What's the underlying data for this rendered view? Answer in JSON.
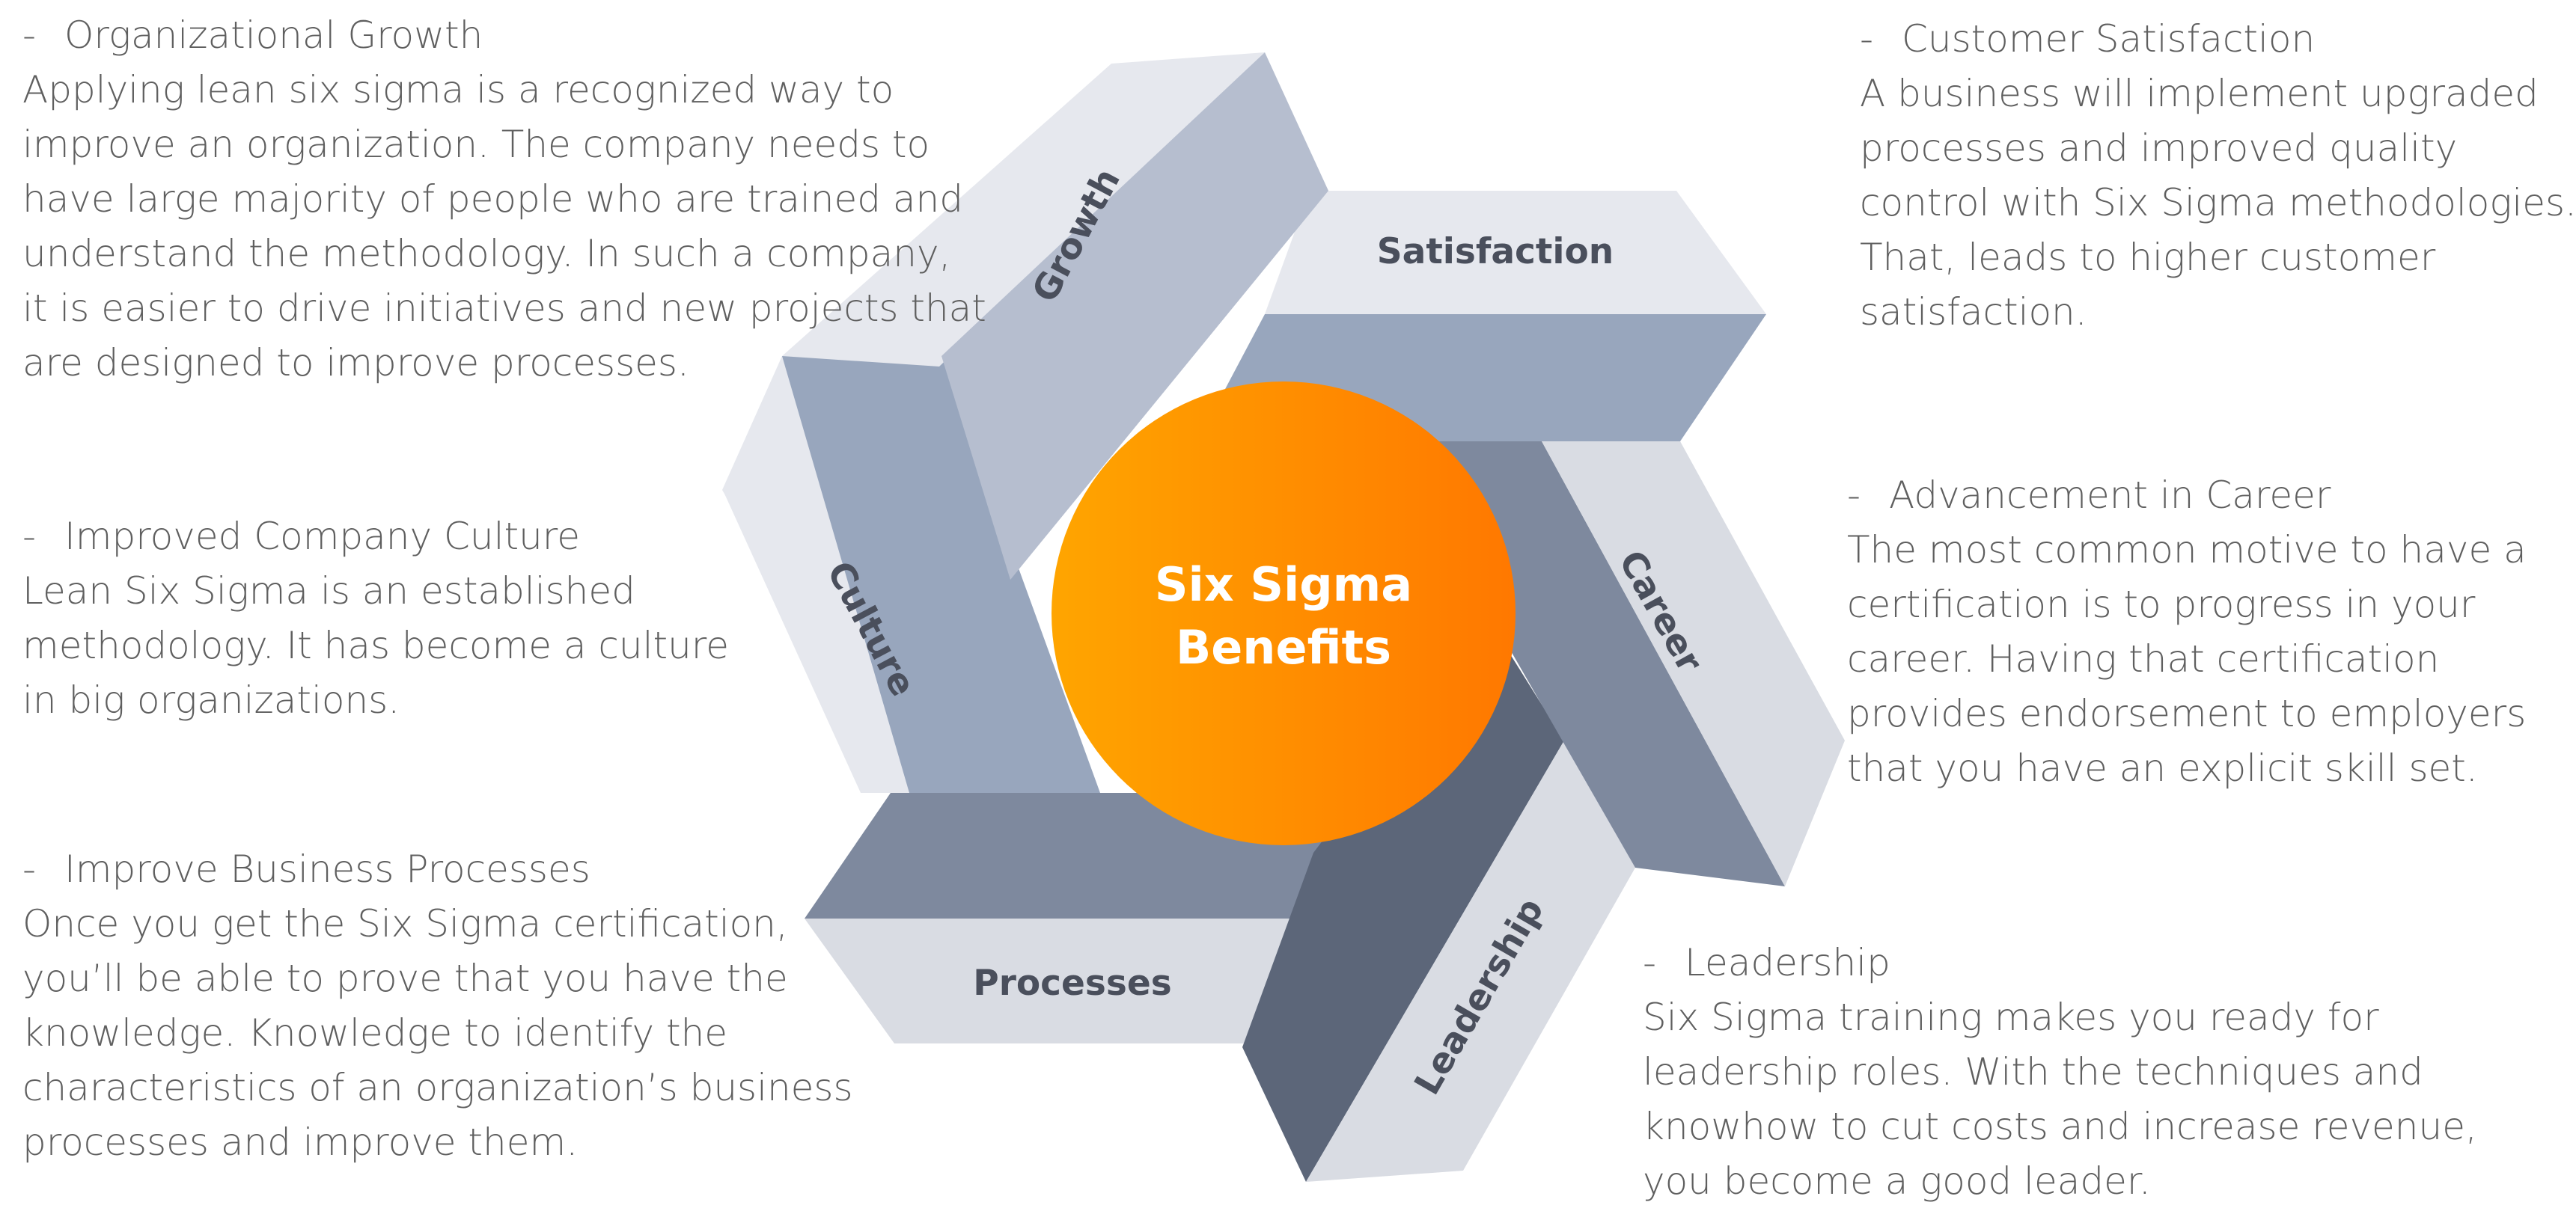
{
  "diagram": {
    "center": {
      "line1": "Six Sigma",
      "line2": "Benefits",
      "gradient_start": "#FFA500",
      "gradient_end": "#FF7800"
    },
    "spokes": [
      {
        "id": "growth",
        "label": "Growth"
      },
      {
        "id": "satisfaction",
        "label": "Satisfaction"
      },
      {
        "id": "career",
        "label": "Career"
      },
      {
        "id": "leadership",
        "label": "Leadership"
      },
      {
        "id": "processes",
        "label": "Processes"
      },
      {
        "id": "culture",
        "label": "Culture"
      }
    ],
    "colors": {
      "light_face": "#E6E8EE",
      "mid_face": "#B6BECF",
      "dark_face": "#98A6BD",
      "darker_face": "#7E899E",
      "darkest_face": "#5C6679",
      "pale_face": "#D9DCE3"
    }
  },
  "benefits": {
    "growth": {
      "heading": "Organizational Growth",
      "lines": [
        "Applying lean six sigma is a recognized way to",
        "improve an organization. The company needs to",
        "have large majority of people who are trained and",
        "understand the methodology. In such a company,",
        "it is easier to drive initiatives and new projects that",
        "are designed to improve processes."
      ]
    },
    "culture": {
      "heading": "Improved Company Culture",
      "lines": [
        "Lean Six Sigma is an established",
        "methodology. It has become a culture",
        "in big organizations."
      ]
    },
    "processes": {
      "heading": "Improve Business Processes",
      "lines": [
        "Once you get the Six Sigma certification,",
        "you’ll be able to prove that you have the",
        "knowledge. Knowledge to identify the",
        "characteristics of an organization’s business",
        "processes and improve them."
      ]
    },
    "satisfaction": {
      "heading": "Customer Satisfaction",
      "lines": [
        "A business will implement upgraded",
        "processes and improved quality",
        "control with Six Sigma methodologies.",
        "That, leads to higher customer",
        "satisfaction."
      ]
    },
    "career": {
      "heading": "Advancement in Career",
      "lines": [
        "The most common motive to have a",
        "certification is to progress in your",
        "career. Having that certification",
        "provides endorsement to employers",
        "that you have an explicit skill set."
      ]
    },
    "leadership": {
      "heading": "Leadership",
      "lines": [
        "Six Sigma training makes you ready for",
        "leadership roles. With the techniques and",
        "knowhow to cut costs and increase revenue,",
        "you become a good leader."
      ]
    }
  }
}
